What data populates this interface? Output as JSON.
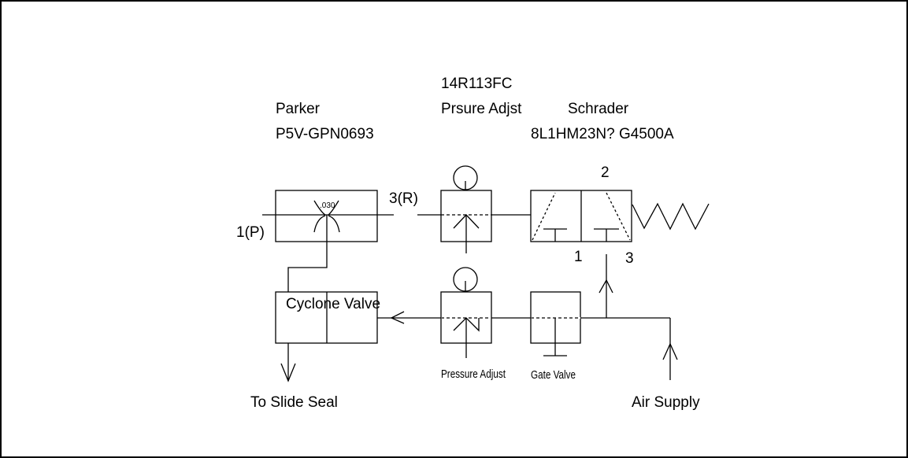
{
  "diagram": {
    "title": "Pneumatic circuit schematic",
    "colors": {
      "line": "#000000",
      "background": "#ffffff",
      "frame": "#000000"
    },
    "components": {
      "parker_valve": {
        "maker": "Parker",
        "part": "P5V-GPN0693",
        "orifice": ".030",
        "port_in": "1(P)",
        "port_out": "3(R)"
      },
      "top_regulator": {
        "part": "14R113FC",
        "label": "Prsure Adjst"
      },
      "schrader_valve": {
        "maker": "Schrader",
        "part": "8L1HM23N? G4500A",
        "port_2": "2",
        "port_1": "1",
        "port_3": "3"
      },
      "cyclone_valve": {
        "label": "Cyclone Valve"
      },
      "bottom_regulator": {
        "label": "Pressure Adjust"
      },
      "gate_valve": {
        "label": "Gate Valve"
      }
    },
    "endpoints": {
      "outlet": "To Slide Seal",
      "inlet": "Air Supply"
    }
  }
}
